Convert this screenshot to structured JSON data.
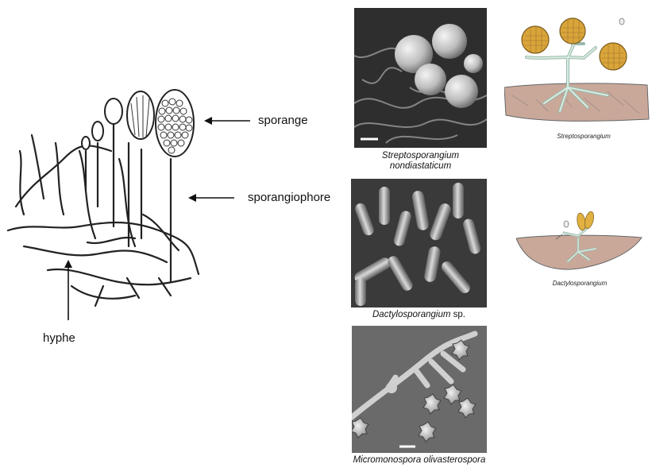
{
  "labels": {
    "sporange": "sporange",
    "sporangiophore": "sporangiophore",
    "hyphe": "hyphe"
  },
  "captions": {
    "photo1_line1": "Streptosporangium",
    "photo1_line2": "nondiastaticum",
    "photo2_genus": "Dactylosporangium",
    "photo2_suffix": " sp.",
    "photo3": "Micromonospora olivasterospora",
    "drawing1": "Streptosporangium",
    "drawing2": "Dactylosporangium"
  },
  "colors": {
    "sporangium_fill": "#d9a43a",
    "substrate_fill": "#c9a89a",
    "mycelium": "#d8ece2"
  }
}
